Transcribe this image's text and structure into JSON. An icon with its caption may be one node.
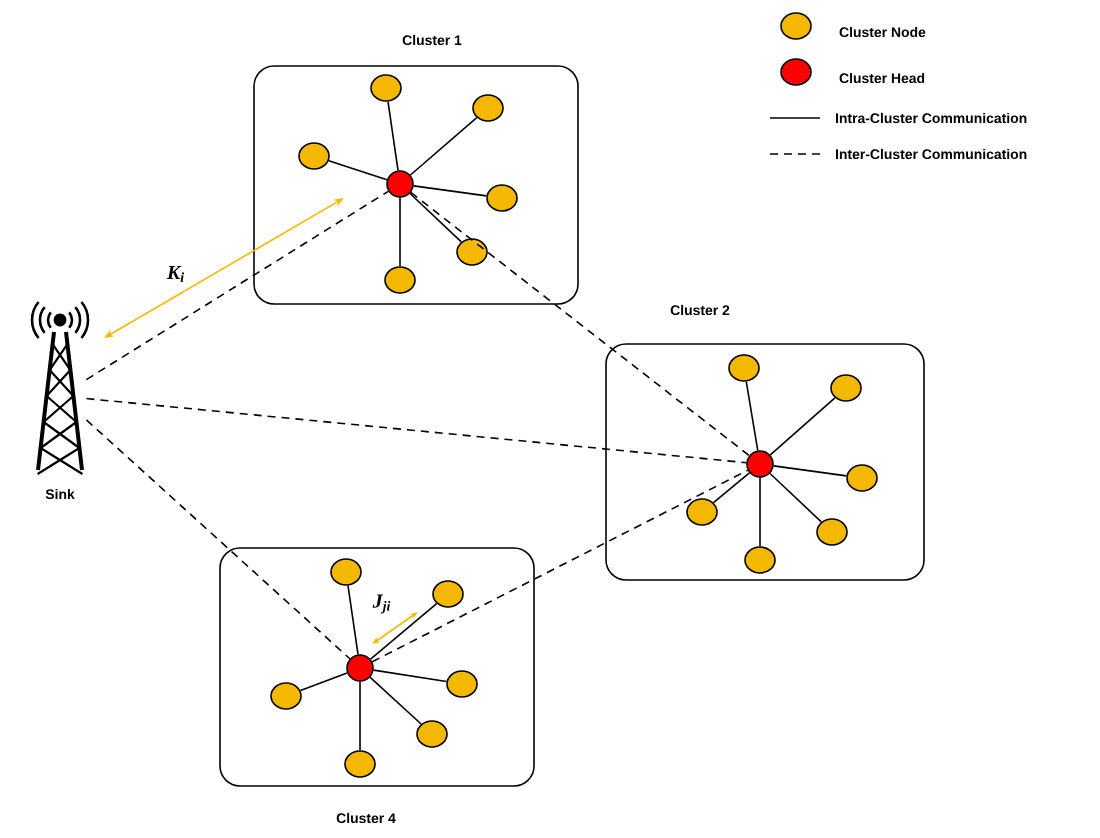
{
  "diagram": {
    "nodes": [
      {
        "text": [
          "Cluster 1"
        ]
      },
      {
        "text": [],
        "shape": "circle",
        "in": 0
      },
      {
        "text": [],
        "shape": "circle",
        "in": 0
      },
      {
        "text": [],
        "shape": "circle",
        "in": 0
      },
      {
        "text": [],
        "shape": "circle",
        "in": 0
      },
      {
        "text": [],
        "shape": "circle",
        "in": 0
      },
      {
        "text": [],
        "shape": "circle",
        "in": 0
      },
      {
        "text": [],
        "shape": "circle",
        "in": 0
      },
      {
        "text": [
          "Cluster 2"
        ]
      },
      {
        "text": [],
        "shape": "circle",
        "in": 8
      },
      {
        "text": [],
        "shape": "circle",
        "in": 8
      },
      {
        "text": [],
        "shape": "circle",
        "in": 8
      },
      {
        "text": [],
        "shape": "circle",
        "in": 8
      },
      {
        "text": [],
        "shape": "circle",
        "in": 8
      },
      {
        "text": [],
        "shape": "circle",
        "in": 8
      },
      {
        "text": [],
        "shape": "circle",
        "in": 8
      },
      {
        "text": [
          "Sink"
        ]
      },
      {
        "text": [
          "Cluster 4"
        ]
      },
      {
        "text": [],
        "shape": "circle",
        "in": 17
      },
      {
        "text": [],
        "shape": "circle",
        "in": 17
      },
      {
        "text": [],
        "shape": "circle",
        "in": 17
      },
      {
        "text": [],
        "shape": "circle",
        "in": 17
      },
      {
        "text": [],
        "shape": "circle",
        "in": 17
      },
      {
        "text": [],
        "shape": "circle",
        "in": 17
      },
      {
        "text": [],
        "shape": "circle",
        "in": 17
      }
    ],
    "edges": [
      {
        "from": 1,
        "to": 2,
        "arrow": "none"
      },
      {
        "from": 1,
        "to": 3,
        "arrow": "none"
      },
      {
        "from": 1,
        "to": 4,
        "arrow": "none"
      },
      {
        "from": 1,
        "to": 5,
        "arrow": "none"
      },
      {
        "from": 1,
        "to": 6,
        "arrow": "none"
      },
      {
        "from": 1,
        "to": 7,
        "arrow": "none"
      },
      {
        "from": 9,
        "to": 10,
        "arrow": "none"
      },
      {
        "from": 9,
        "to": 11,
        "arrow": "none"
      },
      {
        "from": 9,
        "to": 12,
        "arrow": "none"
      },
      {
        "from": 9,
        "to": 13,
        "arrow": "none"
      },
      {
        "from": 9,
        "to": 14,
        "arrow": "none"
      },
      {
        "from": 9,
        "to": 15,
        "arrow": "none"
      },
      {
        "from": 18,
        "to": 19,
        "arrow": "none"
      },
      {
        "from": 18,
        "to": 20,
        "arrow": "none"
      },
      {
        "from": 18,
        "to": 21,
        "arrow": "none"
      },
      {
        "from": 18,
        "to": 22,
        "arrow": "none"
      },
      {
        "from": 18,
        "to": 23,
        "arrow": "none"
      },
      {
        "from": 18,
        "to": 24,
        "arrow": "none"
      },
      {
        "from": 16,
        "to": 1,
        "arrow": "none",
        "style": "dashed"
      },
      {
        "from": 16,
        "to": 9,
        "arrow": "none",
        "style": "dashed"
      },
      {
        "from": 16,
        "to": 18,
        "arrow": "none",
        "style": "dashed"
      },
      {
        "from": 1,
        "to": 9,
        "arrow": "none",
        "style": "dashed"
      },
      {
        "from": 18,
        "to": 9,
        "arrow": "none",
        "style": "dashed"
      }
    ],
    "labels": [
      "K$_{i}$",
      "J$_{ji}$"
    ],
    "legend": [
      {
        "text": "Cluster Node",
        "color": "#f5b800"
      },
      {
        "text": "Cluster Head",
        "color": "#ff0000"
      },
      {
        "text": "Intra-Cluster Communication"
      },
      {
        "text": "Inter-Cluster Communication"
      }
    ]
  }
}
